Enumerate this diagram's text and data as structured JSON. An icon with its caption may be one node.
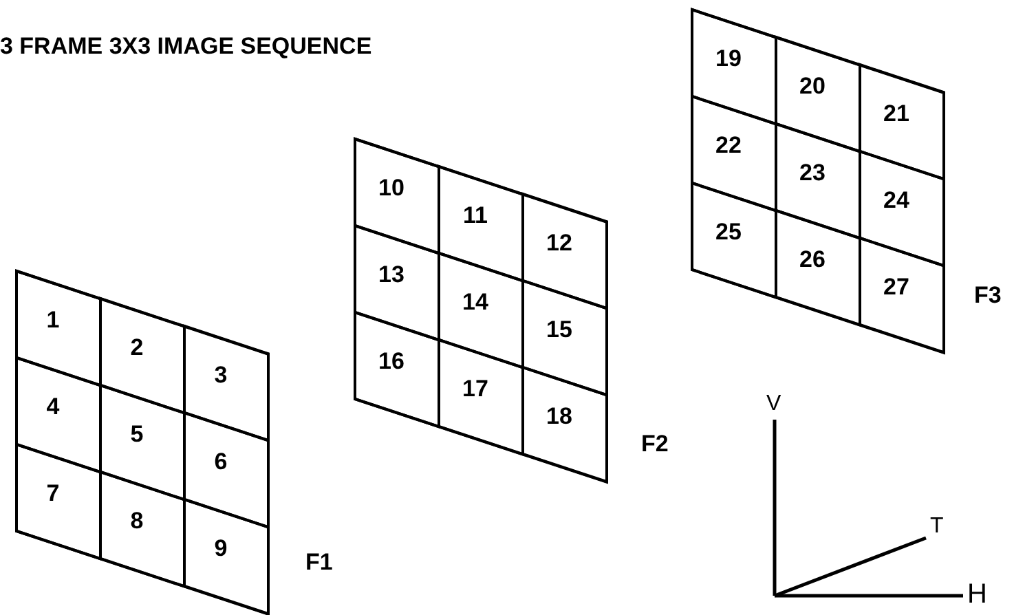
{
  "diagram": {
    "title": "3 FRAME 3X3 IMAGE SEQUENCE",
    "nodes": [
      {
        "text": [],
        "shape": "box",
        "beside": [
          "F1"
        ]
      },
      {
        "text": [
          "1"
        ],
        "in": 0
      },
      {
        "text": [
          "2"
        ],
        "in": 0
      },
      {
        "text": [
          "3"
        ],
        "in": 0
      },
      {
        "text": [
          "4"
        ],
        "in": 0
      },
      {
        "text": [
          "5"
        ],
        "in": 0
      },
      {
        "text": [
          "6"
        ],
        "in": 0
      },
      {
        "text": [
          "7"
        ],
        "in": 0
      },
      {
        "text": [
          "8"
        ],
        "in": 0
      },
      {
        "text": [
          "9"
        ],
        "in": 0
      },
      {
        "text": [],
        "shape": "box",
        "beside": [
          "F2"
        ]
      },
      {
        "text": [
          "10"
        ],
        "in": 10
      },
      {
        "text": [
          "11"
        ],
        "in": 10
      },
      {
        "text": [
          "12"
        ],
        "in": 10
      },
      {
        "text": [
          "13"
        ],
        "in": 10
      },
      {
        "text": [
          "14"
        ],
        "in": 10
      },
      {
        "text": [
          "15"
        ],
        "in": 10
      },
      {
        "text": [
          "16"
        ],
        "in": 10
      },
      {
        "text": [
          "17"
        ],
        "in": 10
      },
      {
        "text": [
          "18"
        ],
        "in": 10
      },
      {
        "text": [],
        "shape": "box",
        "beside": [
          "F3"
        ]
      },
      {
        "text": [
          "19"
        ],
        "in": 20
      },
      {
        "text": [
          "20"
        ],
        "in": 20
      },
      {
        "text": [
          "21"
        ],
        "in": 20
      },
      {
        "text": [
          "22"
        ],
        "in": 20
      },
      {
        "text": [
          "23"
        ],
        "in": 20
      },
      {
        "text": [
          "24"
        ],
        "in": 20
      },
      {
        "text": [
          "25"
        ],
        "in": 20
      },
      {
        "text": [
          "26"
        ],
        "in": 20
      },
      {
        "text": [
          "27"
        ],
        "in": 20
      }
    ],
    "edges": [],
    "labels": [
      "V",
      "T",
      "H"
    ]
  }
}
